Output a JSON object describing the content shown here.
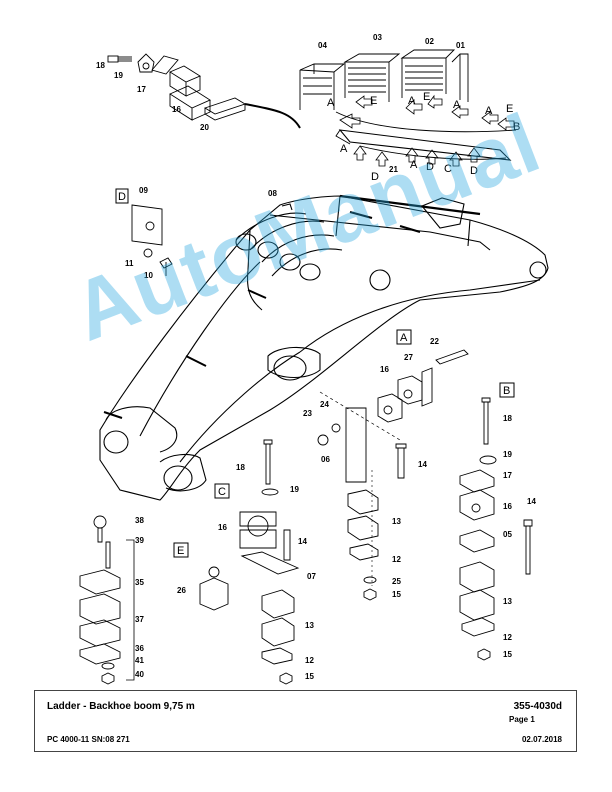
{
  "title_block": {
    "title": "Ladder - Backhoe boom 9,75 m",
    "subtitle": "PC 4000-11 SN:08 271",
    "doc_number": "355-4030d",
    "page": "Page 1",
    "date": "02.07.2018"
  },
  "watermark": "AutoManual",
  "detail_labels": {
    "A": "A",
    "B": "B",
    "C": "C",
    "D": "D",
    "E": "E"
  },
  "parts": {
    "p01": "01",
    "p02": "02",
    "p03": "03",
    "p04": "04",
    "p05": "05",
    "p06": "06",
    "p07": "07",
    "p08": "08",
    "p09": "09",
    "p10": "10",
    "p11": "11",
    "p12": "12",
    "p13": "13",
    "p14": "14",
    "p15": "15",
    "p16": "16",
    "p17": "17",
    "p18": "18",
    "p19": "19",
    "p20": "20",
    "p21": "21",
    "p22": "22",
    "p23": "23",
    "p24": "24",
    "p25": "25",
    "p26": "26",
    "p27": "27",
    "p35": "35",
    "p36": "36",
    "p37": "37",
    "p38": "38",
    "p39": "39",
    "p40": "40",
    "p41": "41"
  },
  "colors": {
    "watermark": "#29a8e0",
    "line": "#000000"
  }
}
